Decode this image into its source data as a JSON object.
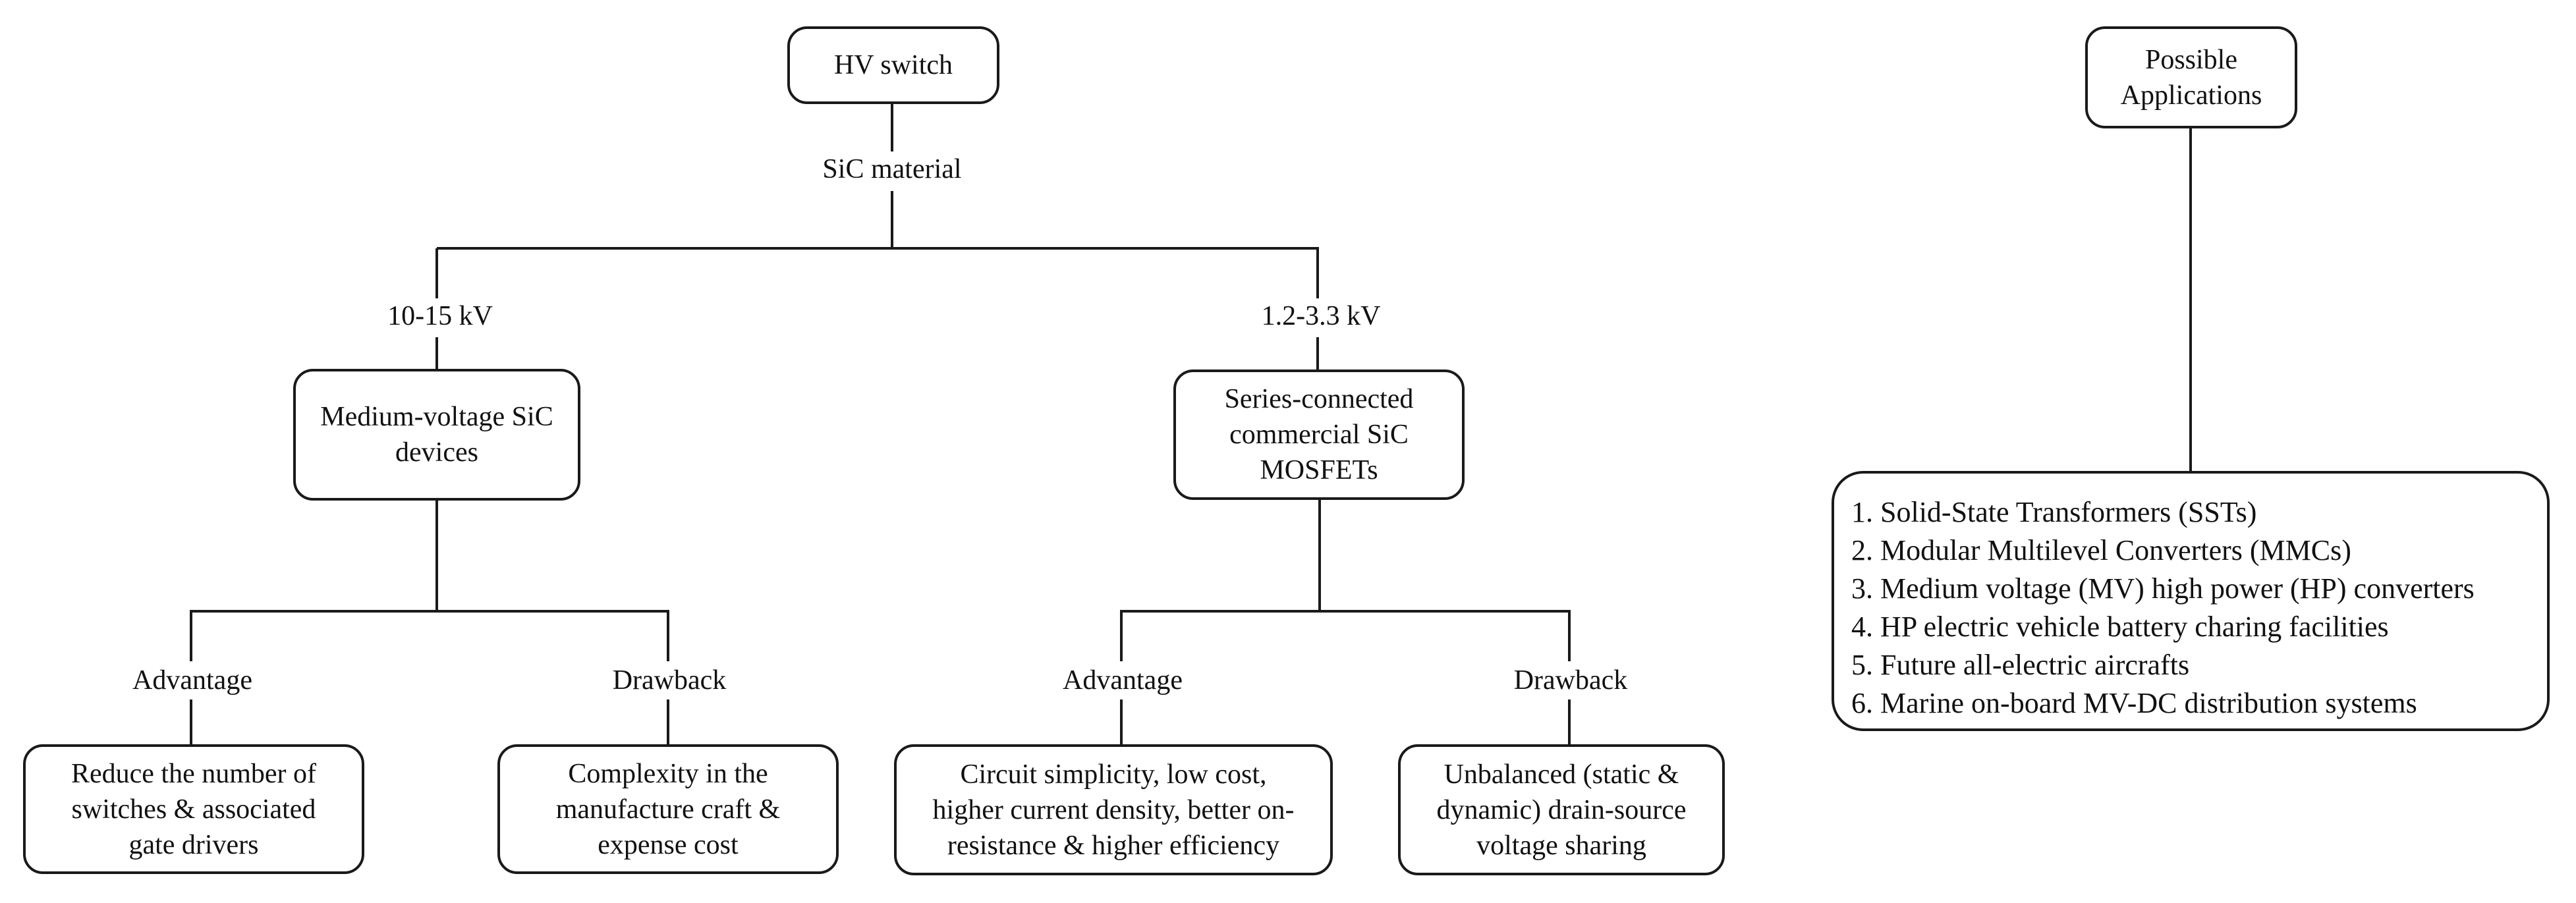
{
  "diagram": {
    "root_label": "HV switch",
    "trunk_label": "SiC material",
    "left": {
      "voltage_label": "10-15 kV",
      "node_label": "Medium-voltage SiC\ndevices",
      "advantage_label": "Advantage",
      "drawback_label": "Drawback",
      "advantage_text": "Reduce the number of\nswitches & associated\ngate drivers",
      "drawback_text": "Complexity in the\nmanufacture craft &\nexpense cost"
    },
    "right": {
      "voltage_label": "1.2-3.3 kV",
      "node_label": "Series-connected\ncommercial SiC\nMOSFETs",
      "advantage_label": "Advantage",
      "drawback_label": "Drawback",
      "advantage_text": "Circuit simplicity, low cost,\nhigher current density, better on-\nresistance & higher efficiency",
      "drawback_text": "Unbalanced (static &\ndynamic) drain-source\nvoltage sharing"
    },
    "applications": {
      "title": "Possible\nApplications",
      "items": [
        "1. Solid-State Transformers (SSTs)",
        "2. Modular Multilevel Converters (MMCs)",
        "3. Medium voltage (MV) high power (HP) converters",
        "4. HP electric vehicle battery charing facilities",
        "5. Future all-electric aircrafts",
        "6. Marine on-board MV-DC distribution systems"
      ]
    },
    "colors": {
      "line": "#1a1a1a",
      "text": "#111111",
      "background": "#ffffff"
    }
  }
}
